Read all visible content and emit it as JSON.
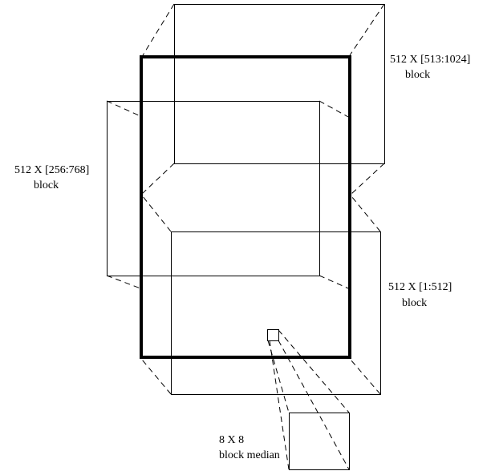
{
  "labels": {
    "top_block": {
      "line1": "512 X [513:1024]",
      "line2": "block"
    },
    "middle_block": {
      "line1": "512 X [256:768]",
      "line2": "block"
    },
    "bottom_block": {
      "line1": "512 X [1:512]",
      "line2": "block"
    },
    "median": {
      "line1": "8 X 8",
      "line2": "block median"
    }
  },
  "colors": {
    "stroke": "#000000",
    "background": "#ffffff"
  }
}
